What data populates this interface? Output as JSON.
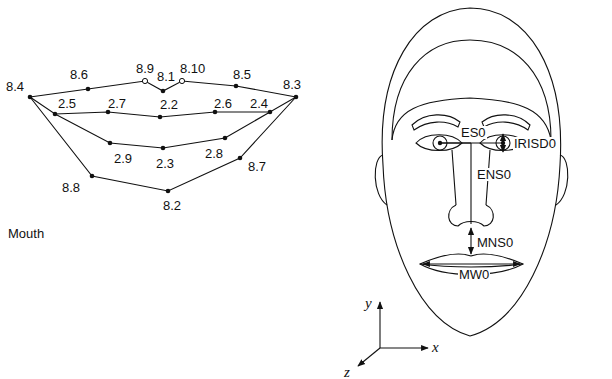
{
  "diagram": {
    "labels": [
      "8.9",
      "8.1",
      "8.10",
      "8.6",
      "8.5",
      "8.4",
      "8.3",
      "2.5",
      "2.7",
      "2.2",
      "2.6",
      "2.4",
      "2.9",
      "2.3",
      "2.8",
      "8.8",
      "8.7",
      "8.2",
      "Mouth",
      "ES0",
      "IRISD0",
      "ENS0",
      "MNS0",
      "MW0",
      "y",
      "x",
      "z"
    ]
  }
}
